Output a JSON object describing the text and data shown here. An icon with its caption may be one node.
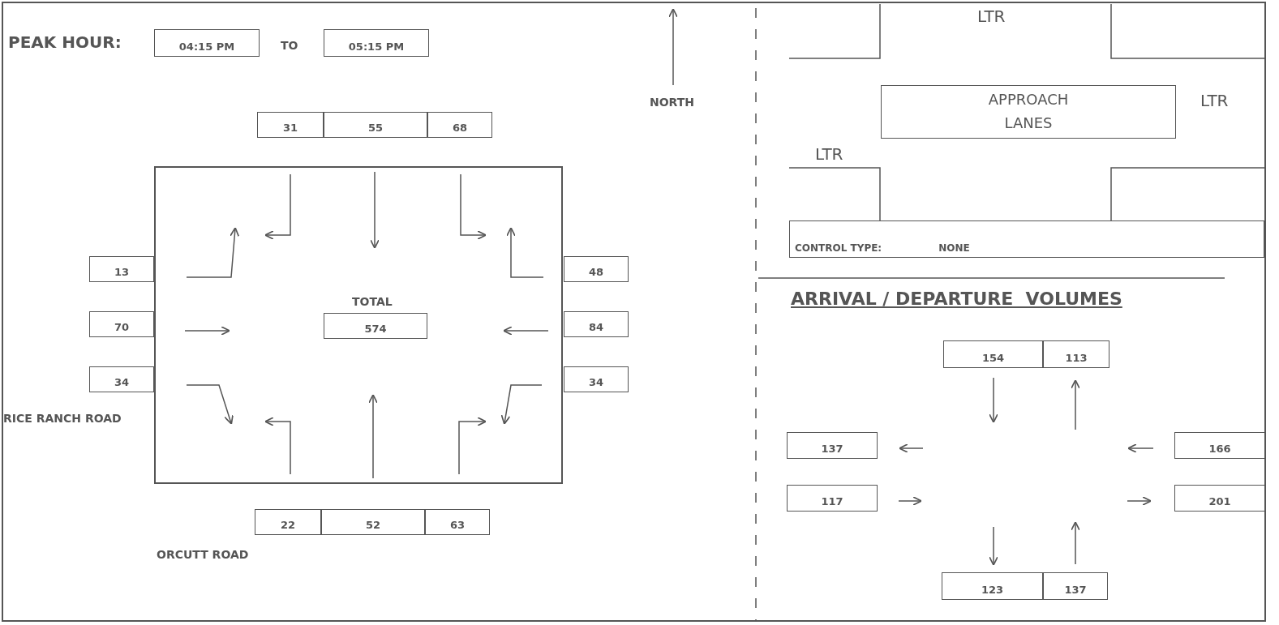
{
  "diagram": {
    "nodes": [
      {
        "text": [
          "04:15 PM"
        ]
      },
      {
        "text": [
          "05:15 PM"
        ]
      },
      {
        "text": [
          "31"
        ]
      },
      {
        "text": [
          "55"
        ]
      },
      {
        "text": [
          "68"
        ]
      },
      {
        "text": [],
        "shape": "box"
      },
      {
        "text": [
          "574"
        ],
        "in": 5,
        "beside": [
          "TOTAL"
        ]
      },
      {
        "text": [
          "13"
        ]
      },
      {
        "text": [
          "70"
        ]
      },
      {
        "text": [
          "34"
        ]
      },
      {
        "text": [
          "48"
        ]
      },
      {
        "text": [
          "84"
        ]
      },
      {
        "text": [
          "34"
        ]
      },
      {
        "text": [
          "22"
        ]
      },
      {
        "text": [
          "52"
        ]
      },
      {
        "text": [
          "63"
        ]
      },
      {
        "text": [
          "APPROACH LANES"
        ]
      },
      {
        "text": [
          "CONTROL TYPE:",
          "NONE"
        ]
      },
      {
        "text": [
          "154"
        ]
      },
      {
        "text": [
          "113"
        ]
      },
      {
        "text": [
          "137"
        ]
      },
      {
        "text": [
          "166"
        ]
      },
      {
        "text": [
          "117"
        ]
      },
      {
        "text": [
          "201"
        ]
      },
      {
        "text": [
          "123"
        ]
      },
      {
        "text": [
          "137"
        ]
      }
    ],
    "labels": [
      "PEAK HOUR:",
      "TO",
      "LTR",
      "NORTH",
      "LTR",
      "LTR",
      "RICE RANCH ROAD",
      "ORCUTT ROAD",
      "ARRIVAL / DEPARTURE  VOLUMES"
    ]
  }
}
